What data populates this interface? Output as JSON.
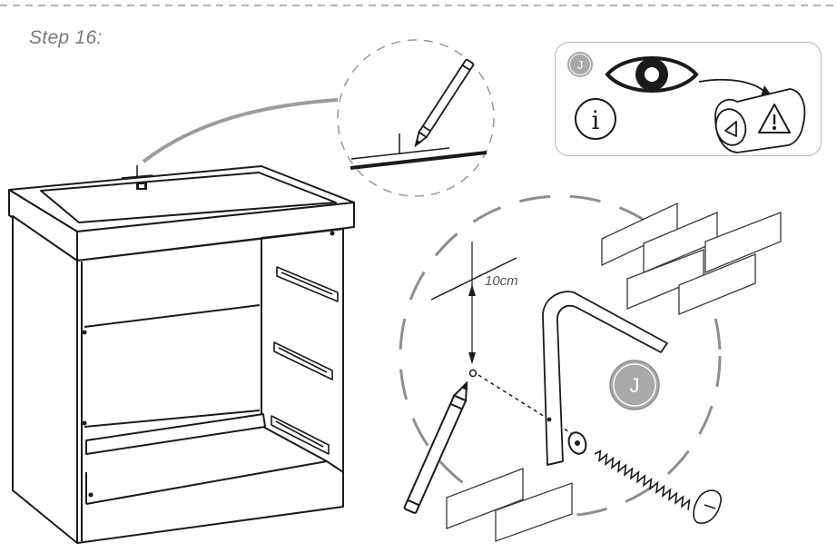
{
  "page": {
    "step_label": "Step 16:"
  },
  "info_box": {
    "part_badge": "J",
    "info_symbol": "i"
  },
  "measurement": {
    "text": "10cm"
  },
  "main_badge": {
    "text": "J"
  },
  "icons": {
    "eye": "eye-icon",
    "info": "info-icon",
    "manual": "manual-warning-icon",
    "pencil": "pencil-icon",
    "screw": "screw-icon",
    "washer": "washer-icon",
    "bracket": "wall-bracket-icon"
  },
  "colors": {
    "line": "#1a1a1a",
    "gray": "#9b9b9b",
    "badge": "#a9a9a9",
    "dashes": "#9a9a9a"
  }
}
